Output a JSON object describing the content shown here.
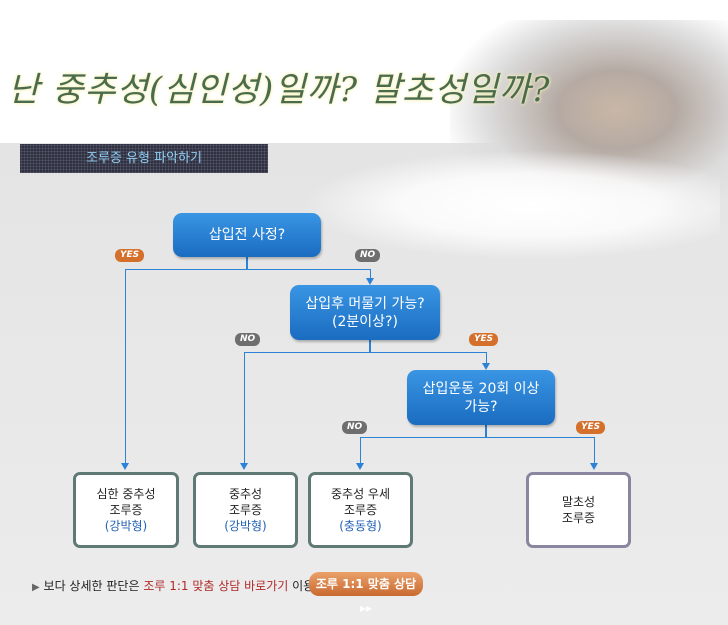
{
  "title": "난 중추성(심인성)일까? 말초성일까?",
  "section_header": "조루증 유형 파악하기",
  "flow": {
    "q1": "삽입전 사정?",
    "q2_line1": "삽입후 머물기 가능?",
    "q2_line2": "(2분이상?)",
    "q3_line1": "삽입운동 20회 이상",
    "q3_line2": "가능?",
    "labels": {
      "yes": "YES",
      "no": "NO"
    },
    "results": [
      {
        "line1": "심한 중추성",
        "line2": "조루증",
        "sub": "(강박형)"
      },
      {
        "line1": "중추성",
        "line2": "조루증",
        "sub": "(강박형)"
      },
      {
        "line1": "중추성 우세",
        "line2": "조루증",
        "sub": "(충동형)"
      },
      {
        "line1": "말초성",
        "line2": "조루증"
      }
    ]
  },
  "footer": {
    "prefix": "보다 상세한 판단은",
    "link": "조루 1:1 맞춤 상담 바로가기",
    "suffix": "이용",
    "button": "조루 1:1 맞춤 상담 ▸▸"
  }
}
